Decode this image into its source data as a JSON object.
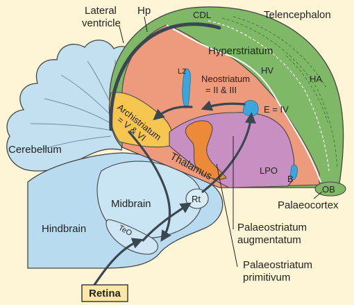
{
  "diagram": {
    "labels": {
      "lateral_ventricle_1": "Lateral",
      "lateral_ventricle_2": "ventricle",
      "hp": "Hp",
      "cdl": "CDL",
      "telencephalon": "Telencephalon",
      "hyperstriatum": "Hyperstriatum",
      "l2": "L2",
      "neostriatum_1": "Neostriatum",
      "neostriatum_2": "= II & III",
      "hv": "HV",
      "ha": "HA",
      "archistriatum_1": "Archistriatum",
      "archistriatum_2": "= V & VI",
      "e_iv": "E = IV",
      "cerebellum": "Cerebellum",
      "thalamus": "Thalamus",
      "lpo": "LPO",
      "b": "B",
      "ob": "OB",
      "palaeocortex": "Palaeocortex",
      "rt": "Rt",
      "midbrain": "Midbrain",
      "hindbrain": "Hindbrain",
      "teo": "TeO",
      "palaeostriatum_augmentatum_1": "Palaeostriatum",
      "palaeostriatum_augmentatum_2": "augmentatum",
      "palaeostriatum_primitivum_1": "Palaeostriatum",
      "palaeostriatum_primitivum_2": "primitivum",
      "retina": "Retina"
    },
    "colors": {
      "background": "#fdf5d5",
      "cerebellum_fill": "#c3e0f0",
      "brainstem_fill": "#b9dbef",
      "hyperstriatum_fill": "#7fb866",
      "neostriatum_fill": "#ee9a7c",
      "archistriatum_fill": "#f6c651",
      "palaeostriatum_fill": "#c88fc2",
      "primitivum_fill": "#ed8a3a",
      "ventricle_fill": "#3aa6dc",
      "pathway_stroke": "#3a4652"
    }
  }
}
